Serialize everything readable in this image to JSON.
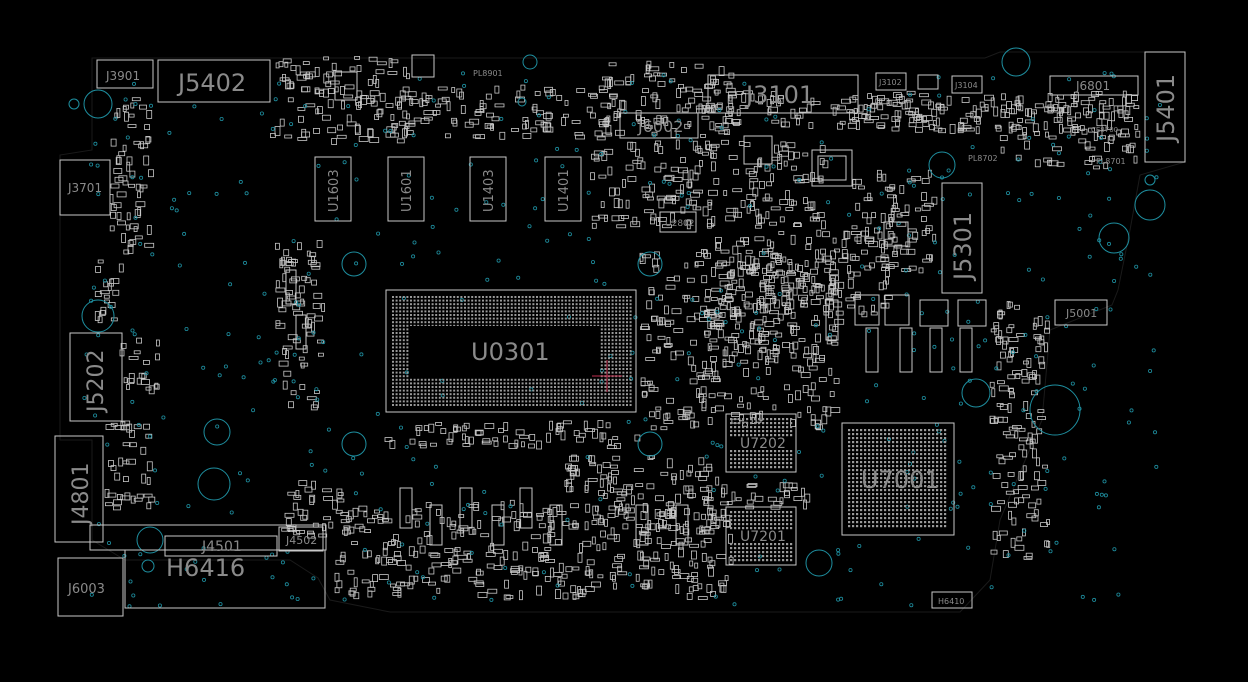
{
  "colors": {
    "background": "#000000",
    "outline": "#c8c8c8",
    "label": "#8a8a8a",
    "via": "#1e8fa0",
    "hole": "#1e8fa0",
    "chip_fill": "#9a9a9a",
    "marker": "#c03050"
  },
  "labels": {
    "j3901": "J3901",
    "j5402": "J5402",
    "pl8901": "PL8901",
    "j3101": "J3101",
    "j3102": "J3102",
    "j3104": "J3104",
    "j6801": "J6801",
    "j5401": "J5401",
    "j6002": "J6002",
    "ce8700": "CE8700",
    "pl8702": "PL8702",
    "pl8701": "PL8701",
    "j3701": "J3701",
    "u1603": "U1603",
    "u1601": "U1601",
    "u1403": "U1403",
    "u1401": "U1401",
    "u2802": "U2802",
    "j5301": "J5301",
    "u0301": "U0301",
    "j5001": "J5001",
    "j5202": "J5202",
    "u7202": "U7202",
    "u7001": "U7001",
    "u7201": "U7201",
    "j4801": "J4801",
    "j4501": "J4501",
    "j4502": "J4502",
    "h6416": "H6416",
    "j6003": "J6003",
    "h6410": "H6410"
  }
}
